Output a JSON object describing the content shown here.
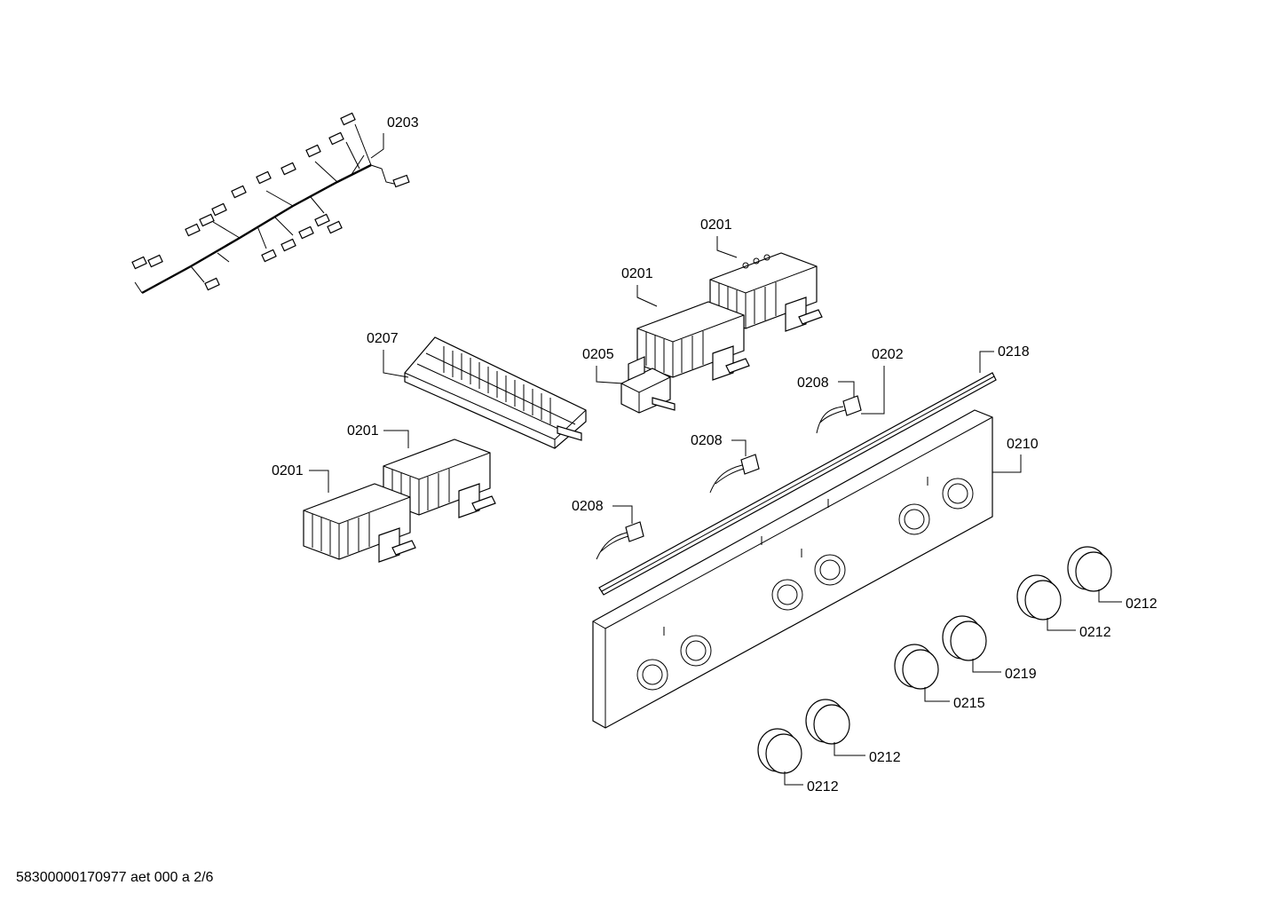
{
  "labels": {
    "harness": "0203",
    "switch_top_right": "0201",
    "switch_top_mid": "0201",
    "switch_left_upper": "0201",
    "switch_left_lower": "0201",
    "timer_switch": "0207",
    "thermostat": "0205",
    "lamp_top": "0208",
    "lamp_mid": "0208",
    "lamp_low": "0208",
    "lamp_wire": "0202",
    "trim_strip": "0218",
    "control_panel": "0210",
    "knob_1": "0212",
    "knob_2": "0212",
    "knob_3": "0212",
    "knob_4": "0212",
    "knob_5": "0219",
    "knob_6": "0215"
  },
  "footer": "58300000170977 aet 000 a 2/6"
}
